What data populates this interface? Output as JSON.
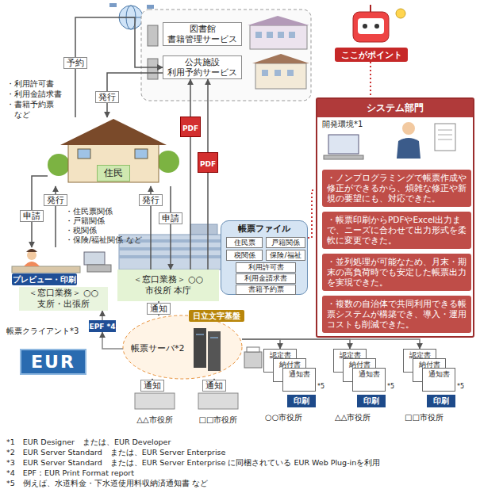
{
  "diagram": {
    "nodes": [
      {
        "text": [
          "図書館 書籍管理サービス"
        ]
      },
      {
        "text": [
          "公共施設 利用予約サービス"
        ]
      },
      {
        "text": [
          "住民"
        ]
      },
      {
        "text": [
          "＜窓口業務＞ ○○支所・出張所"
        ]
      },
      {
        "text": [
          "プレビュー・印刷"
        ],
        "in": 3
      },
      {
        "text": [
          "＜窓口業務＞ ○○市役所 本庁"
        ]
      },
      {
        "text": [
          "帳票ファイル"
        ]
      },
      {
        "text": [
          "住民票"
        ],
        "in": 6
      },
      {
        "text": [
          "戸籍関係"
        ],
        "in": 6
      },
      {
        "text": [
          "税関係"
        ],
        "in": 6
      },
      {
        "text": [
          "保険/福祉"
        ],
        "in": 6
      },
      {
        "text": [
          "利用許可書"
        ],
        "in": 6
      },
      {
        "text": [
          "利用金請求書"
        ],
        "in": 6
      },
      {
        "text": [
          "書籍予約票"
        ],
        "in": 6
      },
      {
        "text": [
          "帳票サーバ*2"
        ]
      },
      {
        "text": [
          "日立文字基盤"
        ],
        "in": 14
      },
      {
        "text": [
          "EPF *4"
        ]
      },
      {
        "text": [
          "△△市役所"
        ]
      },
      {
        "text": [
          "□□市役所"
        ]
      },
      {
        "text": [
          "ここがポイント"
        ]
      },
      {
        "text": [
          "システム部門"
        ]
      },
      {
        "text": [
          "開発環境*1"
        ],
        "in": 20
      },
      {
        "text": [
          "・ノンプログラミングで帳票作成や修正ができるから、煩雑な修正や新規の要望にも、対応できた。"
        ],
        "in": 20
      },
      {
        "text": [
          "・帳票印刷からPDFやExcel出力まで、ニーズに合わせて出力形式を柔軟に変更できた。"
        ],
        "in": 20
      },
      {
        "text": [
          "・並列処理が可能なため、月末・期末の高負荷時でも安定した帳票出力を実現できた。"
        ],
        "in": 20
      },
      {
        "text": [
          "・複数の自治体で共同利用できる帳票システムが構築でき、導入・運用コストも削減できた。"
        ],
        "in": 20
      },
      {
        "text": [
          "認定書"
        ]
      },
      {
        "text": [
          "納付書"
        ]
      },
      {
        "text": [
          "通知書"
        ]
      },
      {
        "text": [
          "印刷"
        ]
      },
      {
        "text": [
          "認定書"
        ]
      },
      {
        "text": [
          "納付書"
        ]
      },
      {
        "text": [
          "通知書"
        ]
      },
      {
        "text": [
          "印刷"
        ]
      },
      {
        "text": [
          "認定書"
        ]
      },
      {
        "text": [
          "納付書"
        ]
      },
      {
        "text": [
          "通知書"
        ]
      },
      {
        "text": [
          "印刷"
        ]
      }
    ],
    "edges": [
      {
        "from": 2,
        "to": 1,
        "label": "予約",
        "arrow": "to"
      },
      {
        "from": 1,
        "to": 2,
        "label": "発行",
        "arrow": "to"
      },
      {
        "from": 2,
        "to": 3,
        "label": "申請",
        "arrow": "to"
      },
      {
        "from": 3,
        "to": 2,
        "label": "発行",
        "arrow": "to"
      },
      {
        "from": 2,
        "to": 5,
        "label": "申請",
        "arrow": "to"
      },
      {
        "from": 5,
        "to": 2,
        "label": "発行",
        "arrow": "to"
      },
      {
        "from": 5,
        "to": 1,
        "label": "PDF",
        "arrow": "to"
      },
      {
        "from": 5,
        "to": 1,
        "label": "PDF",
        "arrow": "to"
      },
      {
        "from": 5,
        "to": 14,
        "label": "通知",
        "arrow": "to"
      },
      {
        "from": 17,
        "to": 14,
        "label": "通知",
        "arrow": "to"
      },
      {
        "from": 18,
        "to": 14,
        "label": "通知",
        "arrow": "to"
      },
      {
        "from": 14,
        "to": 16,
        "arrow": "to"
      },
      {
        "from": 16,
        "to": 3,
        "arrow": "to"
      },
      {
        "from": 14,
        "to": 26,
        "arrow": "to"
      },
      {
        "from": 14,
        "to": 30,
        "arrow": "to"
      },
      {
        "from": 14,
        "to": 34,
        "arrow": "to"
      },
      {
        "from": 6,
        "to": 20,
        "arrow": "none"
      }
    ],
    "labels": [
      "・利用許可書",
      "・利用金請求書",
      "・書籍予約票",
      "など",
      "・住民票関係",
      "・戸籍関係",
      "・税関係",
      "・保険/福祉関係 など",
      "帳票クライアント*3",
      "EUR",
      "*5",
      "*5",
      "*5",
      "○○市役所",
      "△△市役所",
      "□□市役所",
      "*1　EUR Designer　または、EUR Developer",
      "*2　EUR Server Standard　または、EUR Server Enterprise",
      "*3　EUR Server Standard　または、EUR Server Enterprise に同梱されている EUR Web Plug-inを利用",
      "*4　EPF：EUR Print Format report",
      "*5　例えば、水道料金・下水道使用料収納済通知書 など"
    ]
  }
}
